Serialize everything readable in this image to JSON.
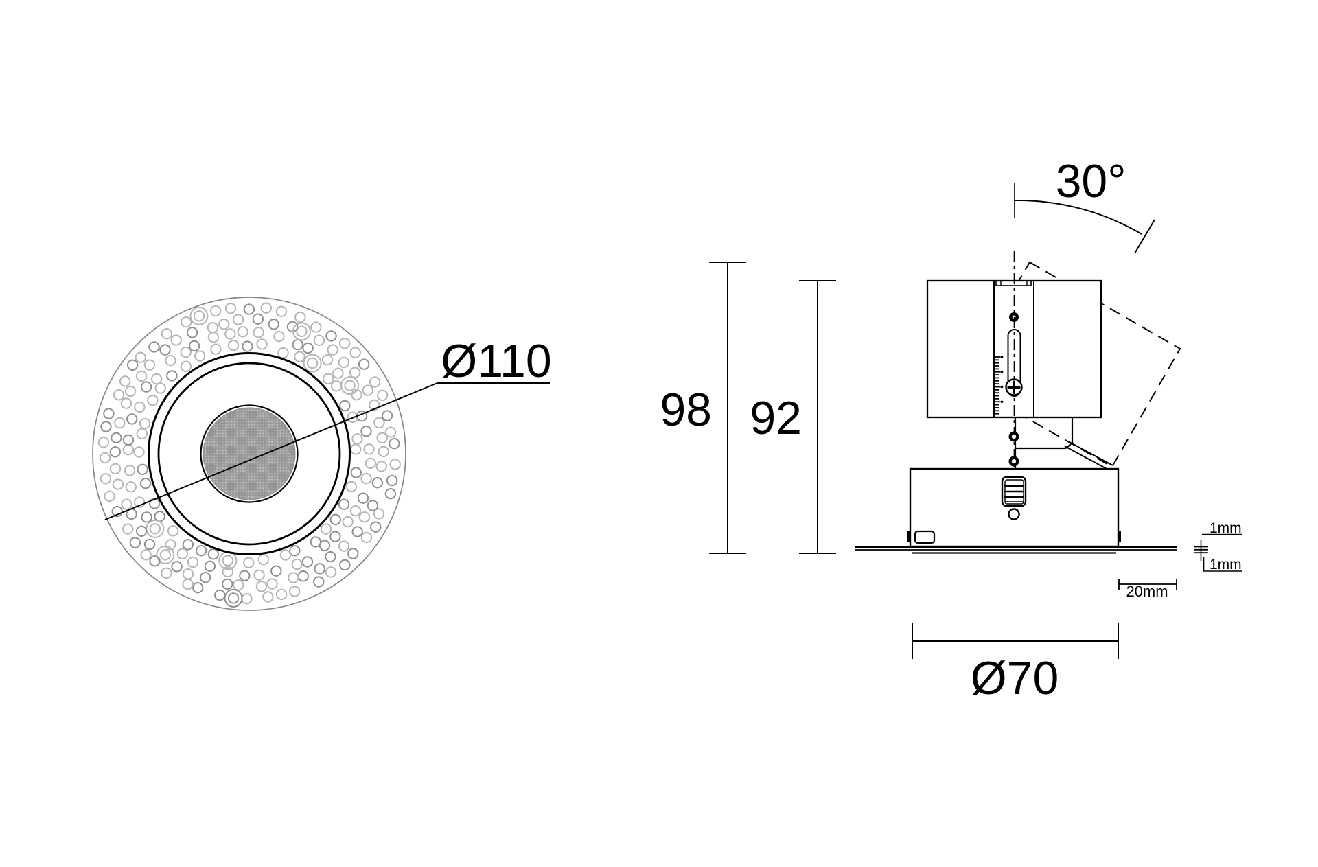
{
  "drawing": {
    "kind": "technical dimension drawing of a recessed adjustable downlight",
    "colors": {
      "ink": "#000000",
      "outline_gray": "#858585",
      "perforation_gray_light": "#b5b5b5",
      "perforation_gray_dark": "#8f8f8f",
      "lens_gray": "#9d9d9d",
      "background": "#ffffff"
    },
    "views": {
      "top": {
        "name": "top view (ceiling cut-out)",
        "cutout_diameter": "Ø110"
      },
      "side": {
        "name": "side view (section)",
        "total_height_tilted": "98",
        "recessed_height": "92",
        "tilt_angle": "30°",
        "flange_extension": "20mm",
        "flange_thickness": "1mm",
        "trim_step": "1mm",
        "housing_diameter": "Ø70"
      }
    }
  }
}
